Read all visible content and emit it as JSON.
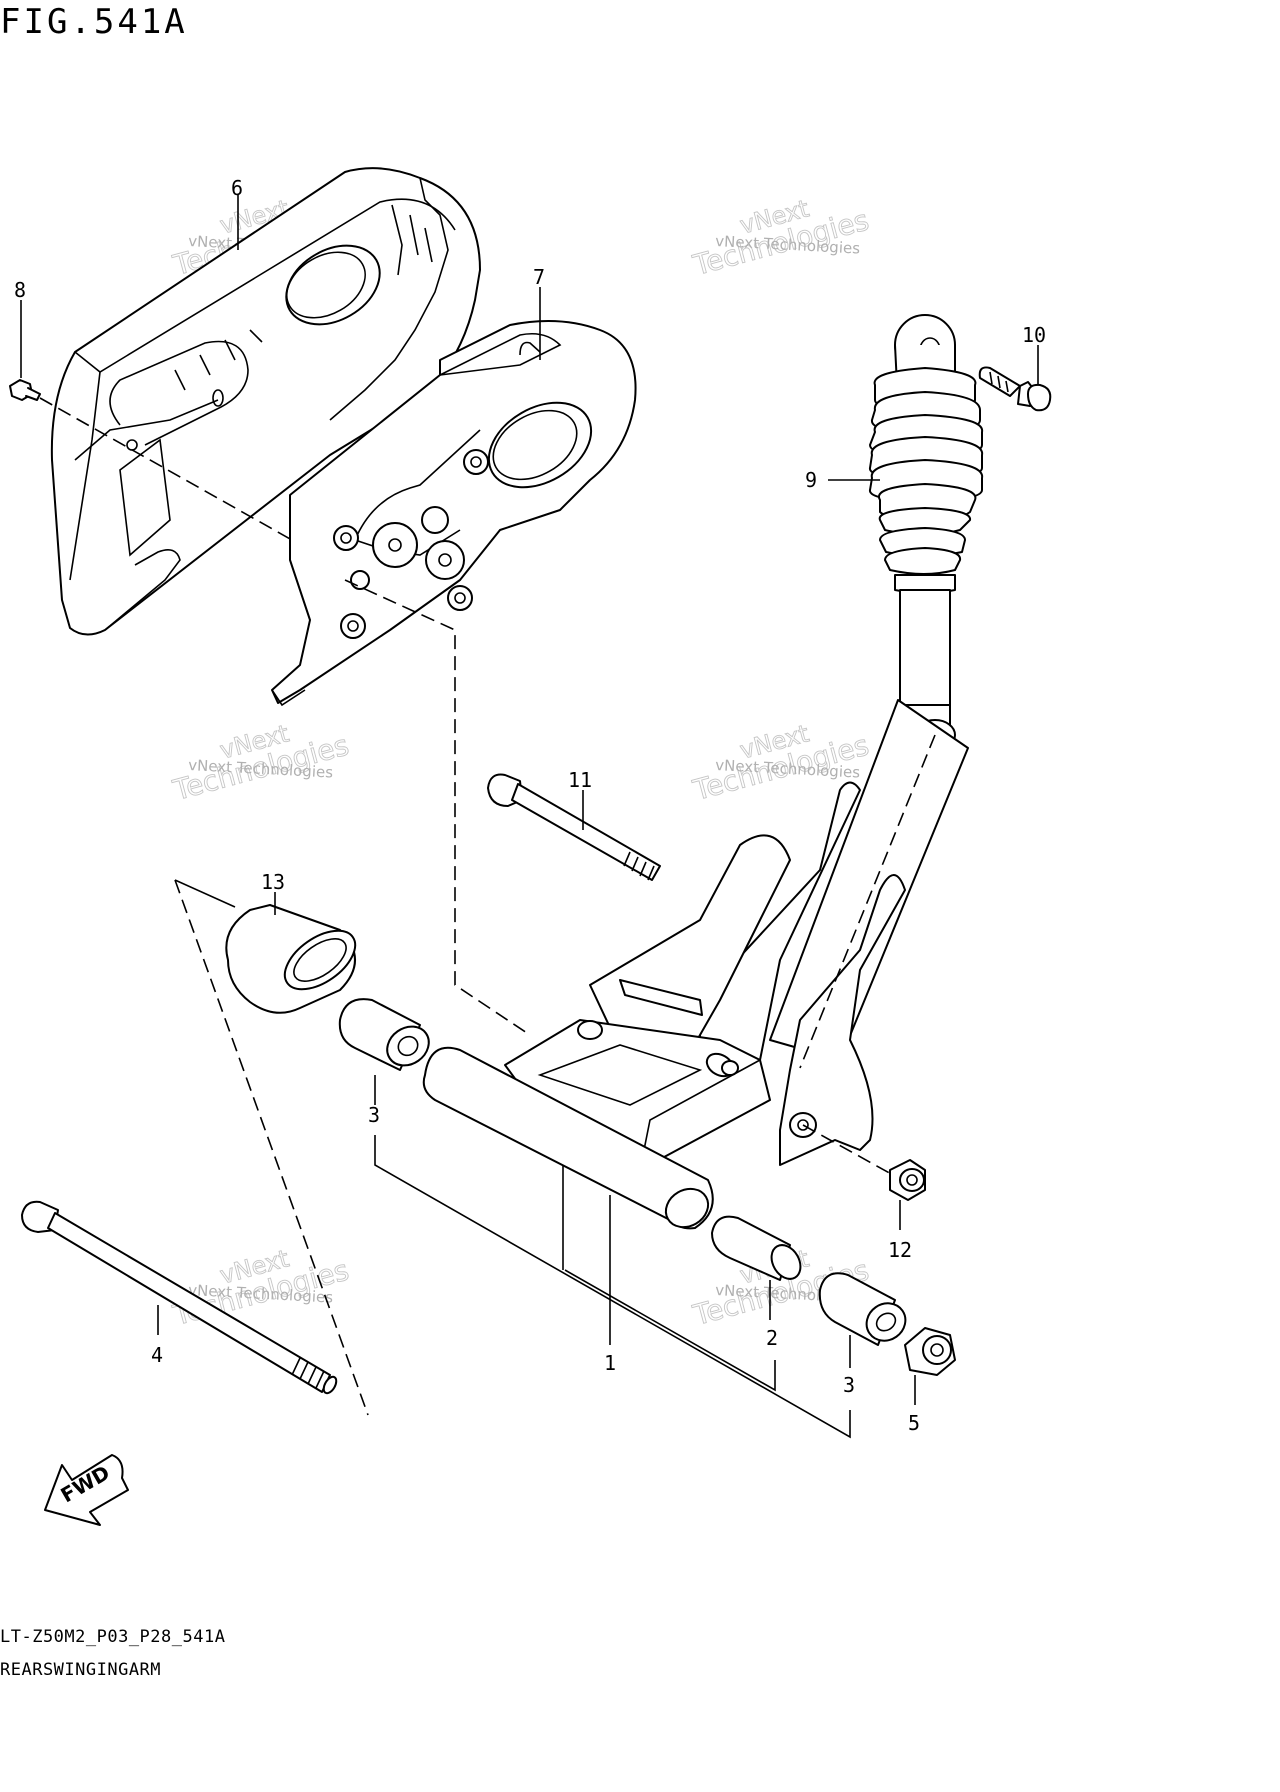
{
  "figure": {
    "title": "FIG.541A",
    "code": "LT-Z50M2_P03_P28_541A",
    "name": "REARSWINGINGARM"
  },
  "watermark": {
    "line1": "vNext",
    "line2": "Technologies",
    "small": "vNext Technologies"
  },
  "callouts": {
    "c1": "1",
    "c2": "2",
    "c3a": "3",
    "c3b": "3",
    "c4": "4",
    "c5": "5",
    "c6": "6",
    "c7": "7",
    "c8": "8",
    "c9": "9",
    "c10": "10",
    "c11": "11",
    "c12": "12",
    "c13": "13"
  },
  "fwd_label": "FWD"
}
